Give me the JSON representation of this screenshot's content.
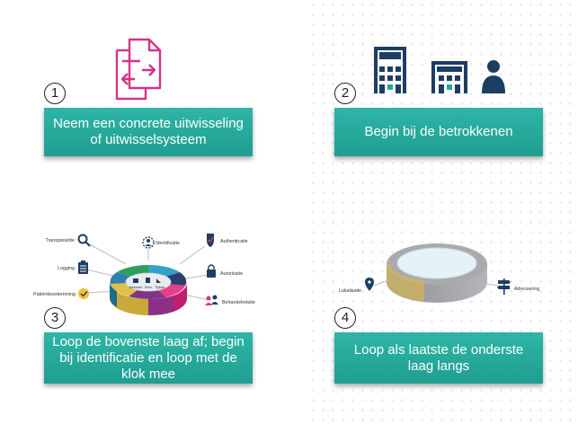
{
  "steps": [
    {
      "number": "1",
      "text": "Neem een concrete uitwisseling of uitwisselsysteem"
    },
    {
      "number": "2",
      "text": "Begin bij de betrokkenen"
    },
    {
      "number": "3",
      "text": "Loop de bovenste laag af; begin bij identificatie en loop met de klok mee"
    },
    {
      "number": "4",
      "text": "Loop als laatste de onderste laag langs"
    }
  ],
  "layer_labels": {
    "transparantie": "Transparantie",
    "logging": "Logging",
    "patientoestemming": "Patiënttoestemming",
    "identificatie": "Identificatie",
    "authenticatie": "Authenticatie",
    "autorisatie": "Autorisatie",
    "behandelrelatie": "Behandelrelatie",
    "center_left": "Adressen",
    "center_mid": "Bron",
    "center_right": "Tijdstip"
  },
  "bottom_labels": {
    "lokalisatie": "Lokalisatie",
    "adressering": "Adressering"
  },
  "colors": {
    "teal": "#24a89a",
    "magenta": "#d6338a",
    "navy": "#1d3d63"
  }
}
